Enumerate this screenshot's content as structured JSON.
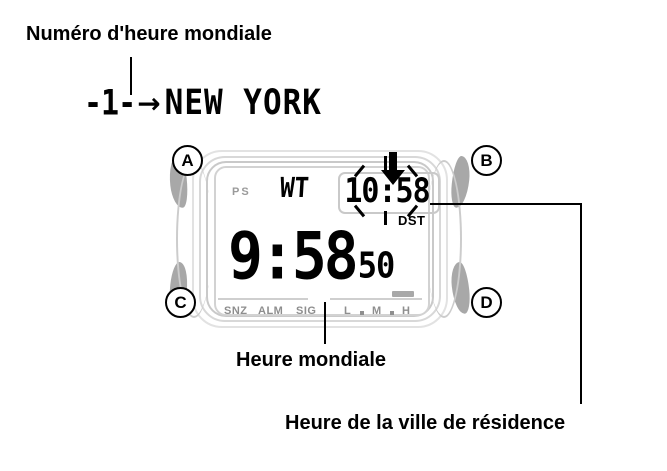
{
  "figure": {
    "kind": "casio-watch-world-time-diagram",
    "language": "fr"
  },
  "annotations": {
    "world_time_number_label": "Numéro d'heure mondiale",
    "world_time_label": "Heure mondiale",
    "home_city_time_label": "Heure de la ville de résidence"
  },
  "top_row": {
    "world_time_number": "-1-",
    "arrow_glyph": "→",
    "city_name": "NEW YORK"
  },
  "watch": {
    "buttons": [
      {
        "id": "A",
        "label": "A"
      },
      {
        "id": "B",
        "label": "B"
      },
      {
        "id": "C",
        "label": "C"
      },
      {
        "id": "D",
        "label": "D"
      }
    ],
    "display": {
      "power_save_indicator": "PS",
      "mode_indicator": "WT",
      "world_time": "10:58",
      "dst_indicator": "DST",
      "home_time": "9:58",
      "home_seconds": "50",
      "alarm_indicators": [
        "SNZ",
        "ALM",
        "SIG"
      ],
      "illumination_levels": [
        "L",
        "M",
        "H"
      ],
      "blinking": true
    }
  },
  "colors": {
    "ink": "#000000",
    "case_outline": "#c9c9c9",
    "grip_gray": "#a8a8a8",
    "dim_text": "#8e8e8e",
    "ps_text": "#9a9a9a"
  }
}
